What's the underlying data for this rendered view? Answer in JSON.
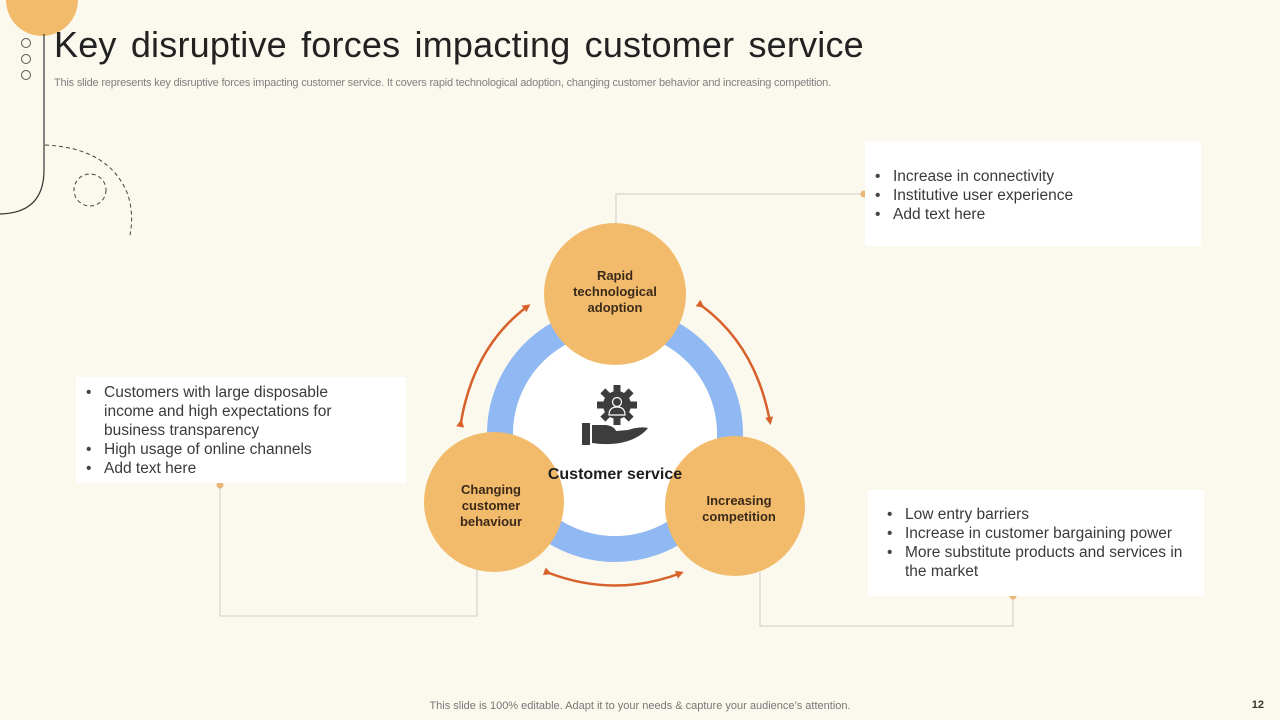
{
  "slide": {
    "title": "Key disruptive forces impacting customer service",
    "subtitle": "This slide represents key disruptive forces impacting customer service. It covers rapid technological adoption, changing customer behavior and increasing competition.",
    "footer": "This slide is 100% editable. Adapt it to your needs & capture your audience’s attention.",
    "page_number": "12"
  },
  "diagram": {
    "center": {
      "label": "Customer service",
      "icon": "hand-gear-person-icon"
    },
    "nodes": [
      {
        "id": "top",
        "label_lines": [
          "Rapid",
          "technological",
          "adoption"
        ]
      },
      {
        "id": "left",
        "label_lines": [
          "Changing",
          "customer",
          "behaviour"
        ]
      },
      {
        "id": "right",
        "label_lines": [
          "Increasing",
          "competition"
        ]
      }
    ],
    "cards": {
      "top": [
        "Increase  in connectivity",
        "Institutive  user experience",
        "Add text here"
      ],
      "left": [
        "Customers with large disposable income  and high expectations for business transparency",
        "High usage of online channels",
        "Add text here"
      ],
      "bottom": [
        "Low entry  barriers",
        "Increase  in customer  bargaining power",
        "More substitute  products and services in the market"
      ]
    }
  },
  "colors": {
    "background": "#fbf8ee",
    "node_fill": "#f2bb6b",
    "ring": "#90b8f2",
    "arrow": "#d7602b",
    "connector": "#d0cbc4",
    "dot": "#e8b87a",
    "icon": "#3d3d3d"
  }
}
